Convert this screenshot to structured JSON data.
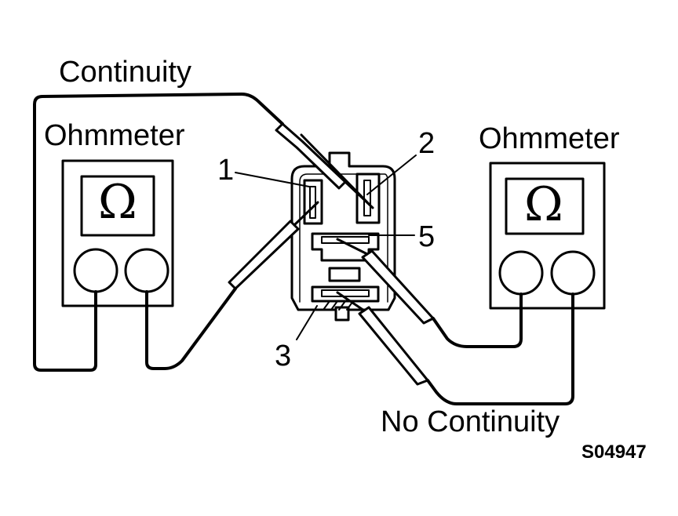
{
  "labels": {
    "continuity": "Continuity",
    "no_continuity": "No Continuity",
    "ohmmeter_left": "Ohmmeter",
    "ohmmeter_right": "Ohmmeter",
    "ohm_symbol_left": "Ω",
    "ohm_symbol_right": "Ω",
    "figure_code": "S04947"
  },
  "terminals": {
    "t1": "1",
    "t2": "2",
    "t3": "3",
    "t5": "5"
  },
  "colors": {
    "ink": "#000000",
    "paper": "#ffffff"
  },
  "icons": [
    "ohmmeter-icon",
    "relay-icon",
    "test-probe-icon"
  ]
}
